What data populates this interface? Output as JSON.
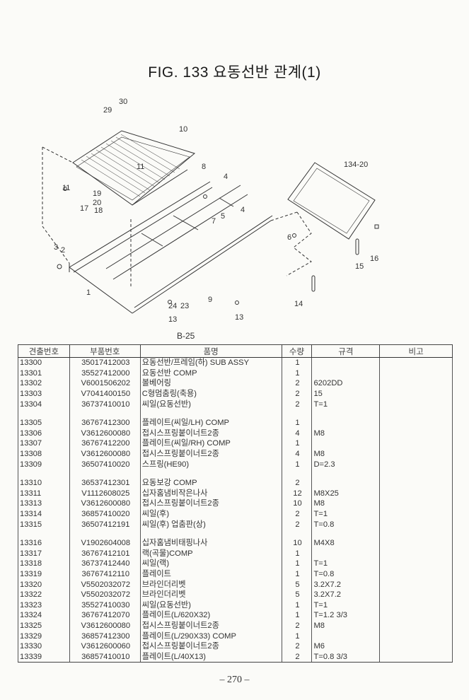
{
  "title": "FIG. 133 요동선반 관계(1)",
  "figure_ref": "B-25",
  "callouts": [
    "29",
    "30",
    "10",
    "11",
    "8",
    "11",
    "19",
    "20",
    "17",
    "18",
    "4",
    "4",
    "7",
    "5",
    "6",
    "3",
    "2",
    "1",
    "24",
    "23",
    "9",
    "13",
    "13",
    "14",
    "15",
    "16",
    "134-20"
  ],
  "table": {
    "headers": [
      "견출번호",
      "부품번호",
      "품명",
      "수량",
      "규격",
      "비고"
    ],
    "groups": [
      [
        [
          "13300",
          "35017412003",
          "요동선반/프레임(하) SUB ASSY",
          "1",
          "",
          ""
        ],
        [
          "13301",
          "35527412000",
          "요동선반 COMP",
          "1",
          "",
          ""
        ],
        [
          "13302",
          "V6001506202",
          "볼베어링",
          "2",
          "6202DD",
          ""
        ],
        [
          "13303",
          "V7041400150",
          "C형멈춤링(축용)",
          "2",
          "15",
          ""
        ],
        [
          "13304",
          "36737410010",
          "씨일(요동선반)",
          "2",
          "T=1",
          ""
        ]
      ],
      [
        [
          "13305",
          "36767412300",
          "플레이트(씨일/LH)  COMP",
          "1",
          "",
          ""
        ],
        [
          "13306",
          "V3612600080",
          "접시스프링붙이너트2종",
          "4",
          "M8",
          ""
        ],
        [
          "13307",
          "36767412200",
          "플레이트(씨일/RH)  COMP",
          "1",
          "",
          ""
        ],
        [
          "13308",
          "V3612600080",
          "접시스프링붙이너트2종",
          "4",
          "M8",
          ""
        ],
        [
          "13309",
          "36507410020",
          "스프링(HE90)",
          "1",
          "D=2.3",
          ""
        ]
      ],
      [
        [
          "13310",
          "36537412301",
          "요동보강  COMP",
          "2",
          "",
          ""
        ],
        [
          "13311",
          "V1112608025",
          "십자홈냄비작은나사",
          "12",
          "M8X25",
          ""
        ],
        [
          "13313",
          "V3612600080",
          "접시스프링붙이너트2종",
          "10",
          "M8",
          ""
        ],
        [
          "13314",
          "36857410020",
          "씨일(후)",
          "2",
          "T=1",
          ""
        ],
        [
          "13315",
          "36507412191",
          "씨일(후) 업춤판(상)",
          "2",
          "T=0.8",
          ""
        ]
      ],
      [
        [
          "13316",
          "V1902604008",
          "십자홈냄비태핑나사",
          "10",
          "M4X8",
          ""
        ],
        [
          "13317",
          "36767412101",
          "랙(곡물)COMP",
          "1",
          "",
          ""
        ],
        [
          "13318",
          "36737412440",
          "씨일(랙)",
          "1",
          "T=1",
          ""
        ],
        [
          "13319",
          "36767412110",
          "플레이트",
          "1",
          "T=0.8",
          ""
        ],
        [
          "13320",
          "V5502032072",
          "브라인더리벳",
          "5",
          "3.2X7.2",
          ""
        ],
        [
          "13322",
          "V5502032072",
          "브라인더리벳",
          "5",
          "3.2X7.2",
          ""
        ],
        [
          "13323",
          "35527410030",
          "씨일(요동선반)",
          "1",
          "T=1",
          ""
        ],
        [
          "13324",
          "36767412070",
          "플레이트(L/620X32)",
          "1",
          "T=1.2  3/3",
          ""
        ],
        [
          "13325",
          "V3612600080",
          "접시스프링붙이너트2종",
          "2",
          "M8",
          ""
        ],
        [
          "13329",
          "36857412300",
          "플레이트(L/290X33) COMP",
          "1",
          "",
          ""
        ],
        [
          "13330",
          "V3612600060",
          "접시스프링붙이너트2종",
          "2",
          "M6",
          ""
        ],
        [
          "13339",
          "36857410010",
          "플레이트(L/40X13)",
          "2",
          "T=0.8 3/3",
          ""
        ]
      ]
    ]
  },
  "page_number": "– 270 –"
}
